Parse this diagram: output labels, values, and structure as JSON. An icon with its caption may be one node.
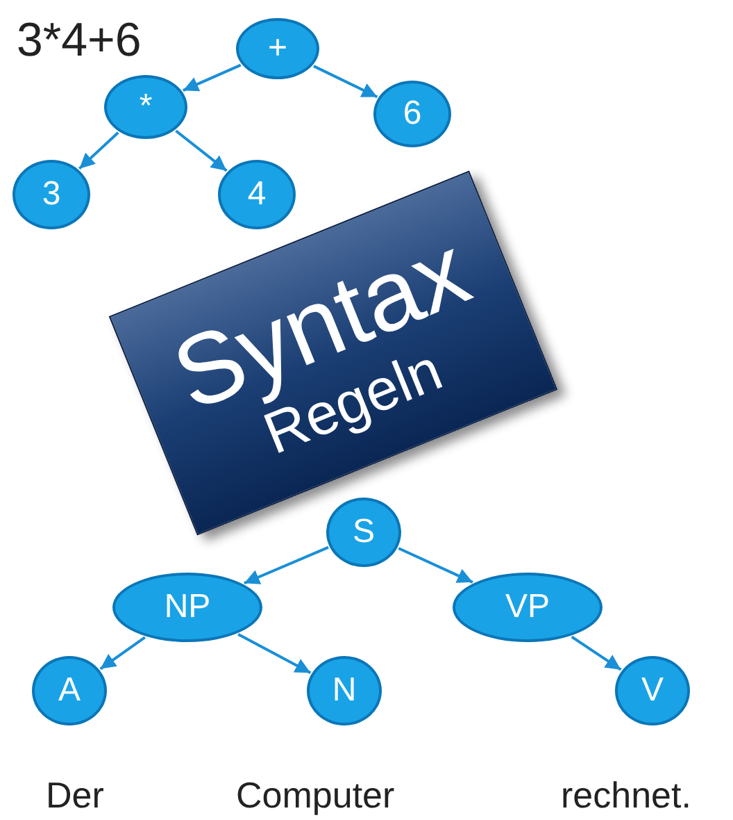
{
  "diagram": {
    "nodes": [
      {
        "text": [
          "+"
        ]
      },
      {
        "text": [
          "*"
        ]
      },
      {
        "text": [
          "6"
        ]
      },
      {
        "text": [
          "3"
        ]
      },
      {
        "text": [
          "4"
        ]
      },
      {
        "text": [
          "Syntax",
          "Regeln"
        ]
      },
      {
        "text": [
          "S"
        ]
      },
      {
        "text": [
          "NP"
        ]
      },
      {
        "text": [
          "VP"
        ]
      },
      {
        "text": [
          "A"
        ]
      },
      {
        "text": [
          "N"
        ]
      },
      {
        "text": [
          "V"
        ]
      }
    ],
    "edges": [
      {
        "from": 0,
        "to": 1,
        "arrow": "to"
      },
      {
        "from": 0,
        "to": 2,
        "arrow": "to"
      },
      {
        "from": 1,
        "to": 3,
        "arrow": "to"
      },
      {
        "from": 1,
        "to": 4,
        "arrow": "to"
      },
      {
        "from": 6,
        "to": 7,
        "arrow": "to"
      },
      {
        "from": 6,
        "to": 8,
        "arrow": "to"
      },
      {
        "from": 7,
        "to": 9,
        "arrow": "to"
      },
      {
        "from": 7,
        "to": 10,
        "arrow": "to"
      },
      {
        "from": 8,
        "to": 11,
        "arrow": "to"
      }
    ],
    "labels": [
      "3*4+6",
      "Der",
      "Computer",
      "rechnet."
    ]
  }
}
